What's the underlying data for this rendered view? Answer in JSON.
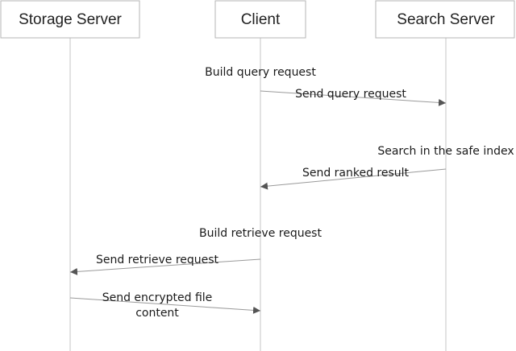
{
  "participants": [
    {
      "id": "storage",
      "name": "Storage Server"
    },
    {
      "id": "client",
      "name": "Client"
    },
    {
      "id": "search",
      "name": "Search Server"
    }
  ],
  "notes": [
    {
      "id": "build-query",
      "text": "Build query request"
    },
    {
      "id": "search-index",
      "text": "Search in the safe index"
    },
    {
      "id": "build-retrieve",
      "text": "Build retrieve request"
    }
  ],
  "messages": [
    {
      "id": "send-query",
      "from": "client",
      "to": "search",
      "lines": [
        "Send query request"
      ]
    },
    {
      "id": "send-ranked",
      "from": "search",
      "to": "client",
      "lines": [
        "Send ranked result"
      ]
    },
    {
      "id": "send-retrieve",
      "from": "client",
      "to": "storage",
      "lines": [
        "Send retrieve request"
      ]
    },
    {
      "id": "send-encrypted",
      "from": "storage",
      "to": "client",
      "lines": [
        "Send encrypted file",
        "content"
      ]
    }
  ]
}
